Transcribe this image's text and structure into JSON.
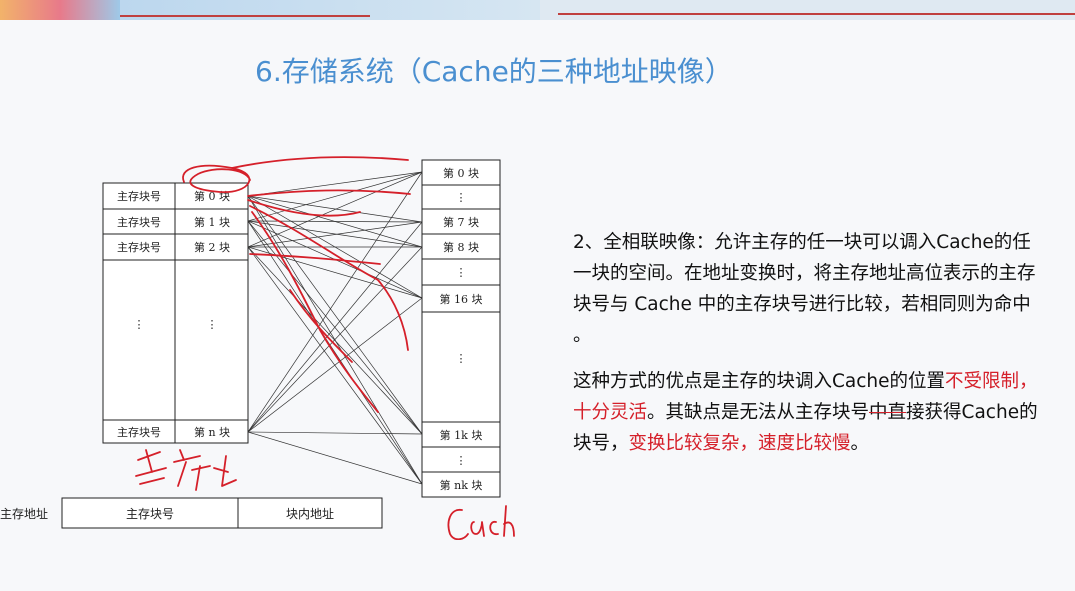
{
  "slide": {
    "title": "6.存储系统（Cache的三种地址映像）",
    "paragraph1": "2、全相联映像：允许主存的任一块可以调入Cache的任一块的空间。在地址变换时，将主存地址高位表示的主存块号与 Cache 中的主存块号进行比较，若相同则为命中 。",
    "paragraph2": {
      "p1": "这种方式的优点是主存的块调入Cache的位置",
      "p2_red": "不受限制，十分灵活",
      "p3": "。其缺点是无法从主存块号",
      "p4_strike": "中直",
      "p5": "接获得Cache的块号，",
      "p6_red": "变换比较复杂，速度比较慢",
      "p7": "。"
    }
  },
  "figure": {
    "main_labels": [
      "主存块号",
      "主存块号",
      "主存块号",
      "主存块号"
    ],
    "main_blocks": [
      "第 0 块",
      "第 1 块",
      "第 2 块",
      "第 n 块"
    ],
    "cache_blocks": [
      "第 0 块",
      "第 7 块",
      "第 8 块",
      "第 16 块",
      "第 1k 块",
      "第 nk 块"
    ],
    "dots": "⋮",
    "address_label": "主存地址",
    "address_fields": [
      "主存块号",
      "块内地址"
    ]
  },
  "colors": {
    "title": "#4a8fd0",
    "annotation": "#d5202a",
    "accent_rule": "#c0403f"
  }
}
